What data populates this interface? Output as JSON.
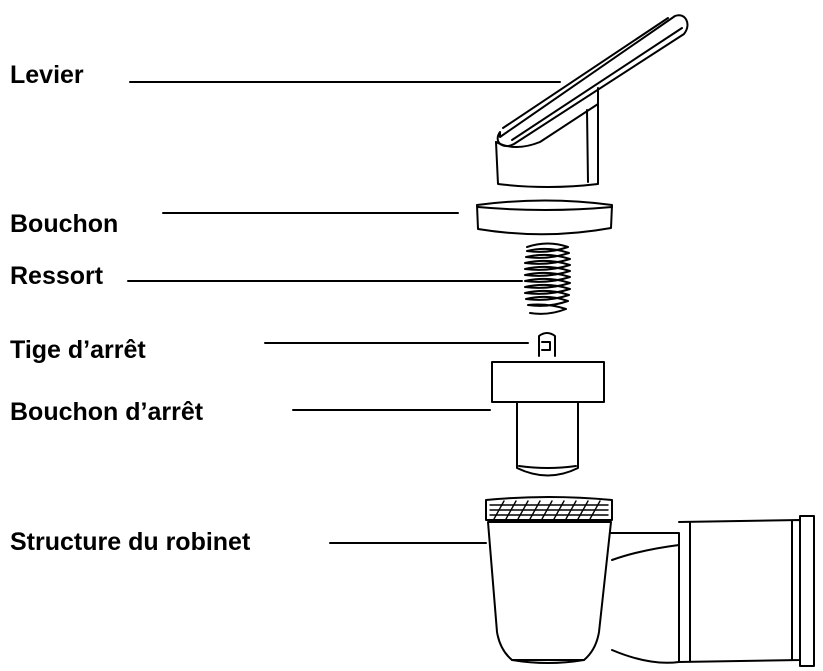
{
  "diagram": {
    "labels": {
      "lever": "Levier",
      "cap": "Bouchon",
      "spring": "Ressort",
      "stop_rod": "Tige d’arrêt",
      "stop_plug": "Bouchon d’arrêt",
      "body": "Structure du robinet"
    }
  }
}
